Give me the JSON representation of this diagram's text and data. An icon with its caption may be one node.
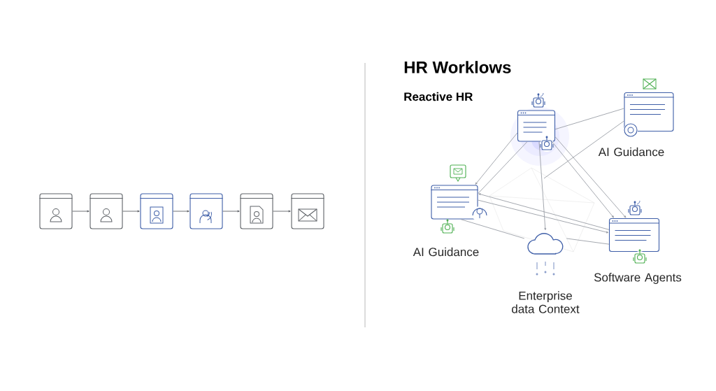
{
  "diagram": {
    "title": "HR Worklows",
    "nodes": [
      {
        "text": [],
        "shape": "box"
      },
      {
        "text": [],
        "shape": "box"
      },
      {
        "text": [],
        "shape": "box"
      },
      {
        "text": [],
        "shape": "box"
      },
      {
        "text": [],
        "shape": "box"
      },
      {
        "text": [],
        "shape": "box"
      },
      {
        "text": [],
        "shape": "box"
      },
      {
        "text": [
          "AI Guidance"
        ]
      },
      {
        "text": [
          "AI Guidance"
        ]
      },
      {
        "text": [
          "Enterprise data Context"
        ]
      },
      {
        "text": [
          "Software Agents"
        ]
      }
    ],
    "edges": [
      {
        "from": 0,
        "to": 1,
        "arrow": "to"
      },
      {
        "from": 1,
        "to": 2,
        "arrow": "to"
      },
      {
        "from": 2,
        "to": 3,
        "arrow": "to"
      },
      {
        "from": 3,
        "to": 4,
        "arrow": "to"
      },
      {
        "from": 4,
        "to": 5,
        "arrow": "to"
      },
      {
        "from": 6,
        "to": 8,
        "arrow": "to"
      },
      {
        "from": 6,
        "to": 8,
        "arrow": "none"
      },
      {
        "from": 6,
        "to": 7,
        "arrow": "none"
      },
      {
        "from": 6,
        "to": 9,
        "arrow": "to"
      },
      {
        "from": 6,
        "to": 10,
        "arrow": "to"
      },
      {
        "from": 6,
        "to": 10,
        "arrow": "to"
      },
      {
        "from": 10,
        "to": 8,
        "arrow": "to"
      },
      {
        "from": 8,
        "to": 10,
        "arrow": "to"
      },
      {
        "from": 8,
        "to": 9,
        "arrow": "none"
      },
      {
        "from": 9,
        "to": 10,
        "arrow": "none"
      },
      {
        "from": 7,
        "to": null,
        "arrow": "none"
      }
    ],
    "labels": [
      "Reactive HR"
    ]
  }
}
